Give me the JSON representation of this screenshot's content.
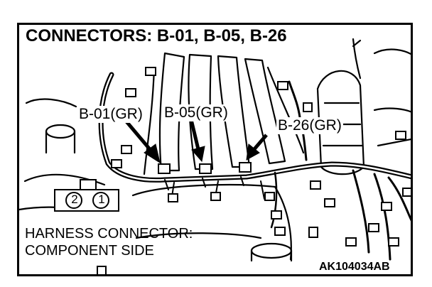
{
  "title": "CONNECTORS: B-01, B-05, B-26",
  "callouts": [
    {
      "label": "B-01(GR)"
    },
    {
      "label": "B-05(GR)"
    },
    {
      "label": "B-26(GR)"
    }
  ],
  "connector_symbol": {
    "pins": [
      "2",
      "1"
    ]
  },
  "note": {
    "line1": "HARNESS CONNECTOR:",
    "line2": "COMPONENT SIDE"
  },
  "figure_code": "AK104034AB"
}
